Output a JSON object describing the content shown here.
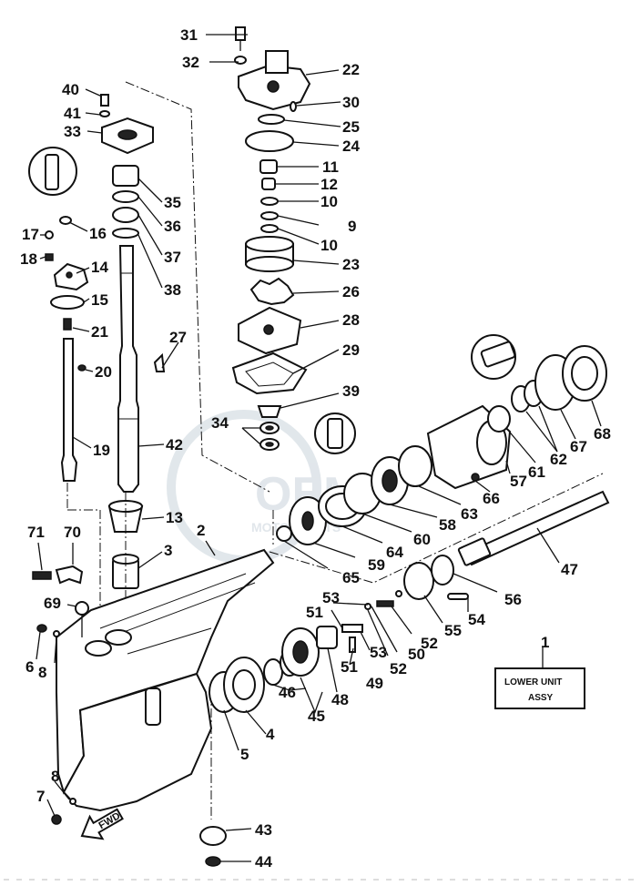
{
  "labels": {
    "p1": "1",
    "p2": "2",
    "p3": "3",
    "p4": "4",
    "p5": "5",
    "p6": "6",
    "p7": "7",
    "p8a": "8",
    "p8b": "8",
    "p9": "9",
    "p10a": "10",
    "p10b": "10",
    "p11": "11",
    "p12": "12",
    "p13": "13",
    "p14": "14",
    "p15": "15",
    "p16": "16",
    "p17": "17",
    "p18": "18",
    "p19": "19",
    "p20": "20",
    "p21": "21",
    "p22": "22",
    "p23": "23",
    "p24": "24",
    "p25": "25",
    "p26": "26",
    "p27": "27",
    "p28": "28",
    "p29": "29",
    "p30": "30",
    "p31": "31",
    "p32": "32",
    "p33": "33",
    "p34": "34",
    "p35": "35",
    "p36": "36",
    "p37": "37",
    "p38": "38",
    "p39": "39",
    "p40": "40",
    "p41": "41",
    "p42": "42",
    "p43": "43",
    "p44": "44",
    "p45": "45",
    "p46": "46",
    "p47": "47",
    "p48": "48",
    "p49": "49",
    "p50": "50",
    "p51a": "51",
    "p51b": "51",
    "p52a": "52",
    "p52b": "52",
    "p53a": "53",
    "p53b": "53",
    "p54": "54",
    "p55": "55",
    "p56": "56",
    "p57": "57",
    "p58": "58",
    "p59": "59",
    "p60": "60",
    "p61": "61",
    "p62": "62",
    "p63": "63",
    "p64": "64",
    "p65": "65",
    "p66": "66",
    "p67": "67",
    "p68": "68",
    "p69": "69",
    "p70": "70",
    "p71": "71"
  },
  "assembly_box": {
    "line1": "LOWER UNIT",
    "line2": "ASSY"
  },
  "fwd_arrow": "FWD",
  "watermark": {
    "brand": "OEM",
    "sub": "MOTORPARTS"
  },
  "colors": {
    "ink": "#111111",
    "paper": "#ffffff",
    "watermark": "#c9d3db"
  }
}
